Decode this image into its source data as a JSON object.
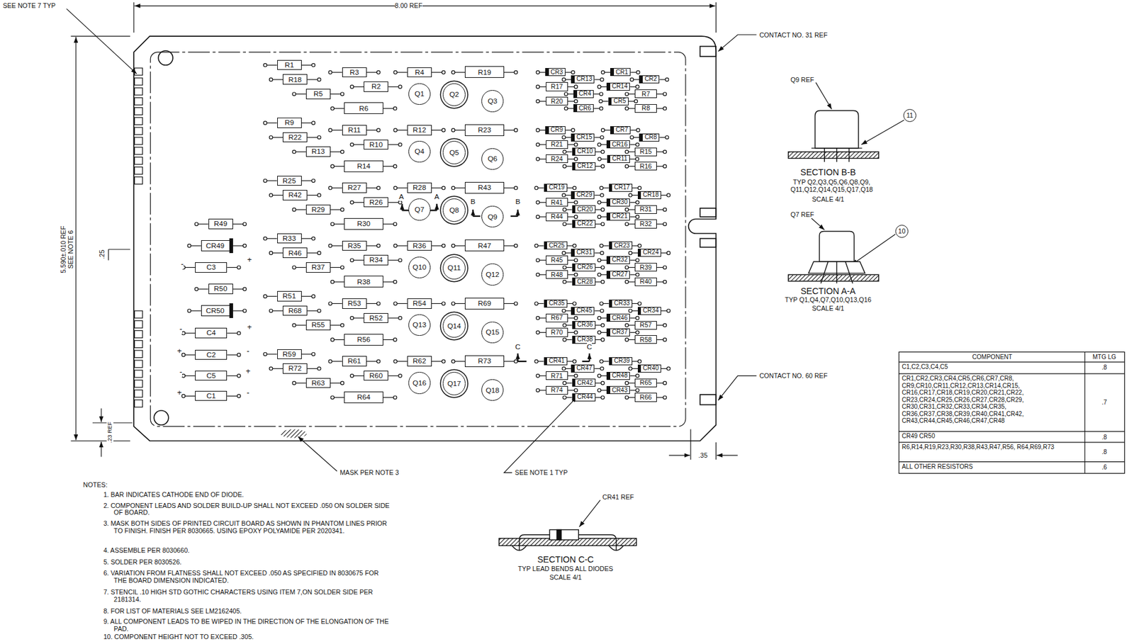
{
  "diagram": {
    "nodes": [
      {
        "text": [
          "R49"
        ]
      },
      {
        "text": [
          "CR49"
        ]
      },
      {
        "text": [
          "C3"
        ]
      },
      {
        "text": [
          "R50"
        ]
      },
      {
        "text": [
          "CR50"
        ]
      },
      {
        "text": [
          "C4"
        ]
      },
      {
        "text": [
          "C2"
        ]
      },
      {
        "text": [
          "C5"
        ]
      },
      {
        "text": [
          "C1"
        ]
      },
      {
        "text": [
          "R1"
        ]
      },
      {
        "text": [
          "R18"
        ]
      },
      {
        "text": [
          "R5"
        ]
      },
      {
        "text": [
          "R3"
        ]
      },
      {
        "text": [
          "R2"
        ]
      },
      {
        "text": [
          "R6"
        ]
      },
      {
        "text": [
          "R4"
        ]
      },
      {
        "text": [
          "R19"
        ]
      },
      {
        "text": [
          "Q1"
        ]
      },
      {
        "text": [
          "Q2"
        ]
      },
      {
        "text": [
          "Q3"
        ]
      },
      {
        "text": [
          "CR3"
        ]
      },
      {
        "text": [
          "CR1"
        ]
      },
      {
        "text": [
          "CR13"
        ]
      },
      {
        "text": [
          "CR2"
        ]
      },
      {
        "text": [
          "R17"
        ]
      },
      {
        "text": [
          "CR14"
        ]
      },
      {
        "text": [
          "CR4"
        ]
      },
      {
        "text": [
          "R7"
        ]
      },
      {
        "text": [
          "R20"
        ]
      },
      {
        "text": [
          "CR5"
        ]
      },
      {
        "text": [
          "CR6"
        ]
      },
      {
        "text": [
          "R8"
        ]
      },
      {
        "text": [
          "R9"
        ]
      },
      {
        "text": [
          "R22"
        ]
      },
      {
        "text": [
          "R13"
        ]
      },
      {
        "text": [
          "R11"
        ]
      },
      {
        "text": [
          "R10"
        ]
      },
      {
        "text": [
          "R14"
        ]
      },
      {
        "text": [
          "R12"
        ]
      },
      {
        "text": [
          "R23"
        ]
      },
      {
        "text": [
          "Q4"
        ]
      },
      {
        "text": [
          "Q5"
        ]
      },
      {
        "text": [
          "Q6"
        ]
      },
      {
        "text": [
          "CR9"
        ]
      },
      {
        "text": [
          "CR7"
        ]
      },
      {
        "text": [
          "CR15"
        ]
      },
      {
        "text": [
          "CR8"
        ]
      },
      {
        "text": [
          "R21"
        ]
      },
      {
        "text": [
          "CR16"
        ]
      },
      {
        "text": [
          "CR10"
        ]
      },
      {
        "text": [
          "R15"
        ]
      },
      {
        "text": [
          "R24"
        ]
      },
      {
        "text": [
          "CR11"
        ]
      },
      {
        "text": [
          "CR12"
        ]
      },
      {
        "text": [
          "R16"
        ]
      },
      {
        "text": [
          "R25"
        ]
      },
      {
        "text": [
          "R42"
        ]
      },
      {
        "text": [
          "R29"
        ]
      },
      {
        "text": [
          "R27"
        ]
      },
      {
        "text": [
          "R26"
        ]
      },
      {
        "text": [
          "R30"
        ]
      },
      {
        "text": [
          "R28"
        ]
      },
      {
        "text": [
          "R43"
        ]
      },
      {
        "text": [
          "Q7"
        ]
      },
      {
        "text": [
          "Q8"
        ]
      },
      {
        "text": [
          "Q9"
        ]
      },
      {
        "text": [
          "CR19"
        ]
      },
      {
        "text": [
          "CR17"
        ]
      },
      {
        "text": [
          "CR29"
        ]
      },
      {
        "text": [
          "CR18"
        ]
      },
      {
        "text": [
          "R41"
        ]
      },
      {
        "text": [
          "CR30"
        ]
      },
      {
        "text": [
          "CR20"
        ]
      },
      {
        "text": [
          "R31"
        ]
      },
      {
        "text": [
          "R44"
        ]
      },
      {
        "text": [
          "CR21"
        ]
      },
      {
        "text": [
          "CR22"
        ]
      },
      {
        "text": [
          "R32"
        ]
      },
      {
        "text": [
          "R33"
        ]
      },
      {
        "text": [
          "R46"
        ]
      },
      {
        "text": [
          "R37"
        ]
      },
      {
        "text": [
          "R35"
        ]
      },
      {
        "text": [
          "R34"
        ]
      },
      {
        "text": [
          "R38"
        ]
      },
      {
        "text": [
          "R36"
        ]
      },
      {
        "text": [
          "R47"
        ]
      },
      {
        "text": [
          "Q10"
        ]
      },
      {
        "text": [
          "Q11"
        ]
      },
      {
        "text": [
          "Q12"
        ]
      },
      {
        "text": [
          "CR25"
        ]
      },
      {
        "text": [
          "CR23"
        ]
      },
      {
        "text": [
          "CR31"
        ]
      },
      {
        "text": [
          "CR24"
        ]
      },
      {
        "text": [
          "R45"
        ]
      },
      {
        "text": [
          "CR32"
        ]
      },
      {
        "text": [
          "CR26"
        ]
      },
      {
        "text": [
          "R39"
        ]
      },
      {
        "text": [
          "R48"
        ]
      },
      {
        "text": [
          "CR27"
        ]
      },
      {
        "text": [
          "CR28"
        ]
      },
      {
        "text": [
          "R40"
        ]
      },
      {
        "text": [
          "R51"
        ]
      },
      {
        "text": [
          "R68"
        ]
      },
      {
        "text": [
          "R55"
        ]
      },
      {
        "text": [
          "R53"
        ]
      },
      {
        "text": [
          "R52"
        ]
      },
      {
        "text": [
          "R56"
        ]
      },
      {
        "text": [
          "R54"
        ]
      },
      {
        "text": [
          "R69"
        ]
      },
      {
        "text": [
          "Q13"
        ]
      },
      {
        "text": [
          "Q14"
        ]
      },
      {
        "text": [
          "Q15"
        ]
      },
      {
        "text": [
          "CR35"
        ]
      },
      {
        "text": [
          "CR33"
        ]
      },
      {
        "text": [
          "CR45"
        ]
      },
      {
        "text": [
          "CR34"
        ]
      },
      {
        "text": [
          "R67"
        ]
      },
      {
        "text": [
          "CR46"
        ]
      },
      {
        "text": [
          "CR36"
        ]
      },
      {
        "text": [
          "R57"
        ]
      },
      {
        "text": [
          "R70"
        ]
      },
      {
        "text": [
          "CR37"
        ]
      },
      {
        "text": [
          "CR38"
        ]
      },
      {
        "text": [
          "R58"
        ]
      },
      {
        "text": [
          "R59"
        ]
      },
      {
        "text": [
          "R72"
        ]
      },
      {
        "text": [
          "R63"
        ]
      },
      {
        "text": [
          "R61"
        ]
      },
      {
        "text": [
          "R60"
        ]
      },
      {
        "text": [
          "R64"
        ]
      },
      {
        "text": [
          "R62"
        ]
      },
      {
        "text": [
          "R73"
        ]
      },
      {
        "text": [
          "Q16"
        ]
      },
      {
        "text": [
          "Q17"
        ]
      },
      {
        "text": [
          "Q18"
        ]
      },
      {
        "text": [
          "CR41"
        ]
      },
      {
        "text": [
          "CR39"
        ]
      },
      {
        "text": [
          "CR47"
        ]
      },
      {
        "text": [
          "CR40"
        ]
      },
      {
        "text": [
          "R71"
        ]
      },
      {
        "text": [
          "CR48"
        ]
      },
      {
        "text": [
          "CR42"
        ]
      },
      {
        "text": [
          "R65"
        ]
      },
      {
        "text": [
          "R74"
        ]
      },
      {
        "text": [
          "CR43"
        ]
      },
      {
        "text": [
          "CR44"
        ]
      },
      {
        "text": [
          "R66"
        ]
      },
      {
        "text": [
          "11"
        ]
      },
      {
        "text": [
          "10"
        ]
      }
    ],
    "labels": [
      "SEE NOTE 7 TYP",
      "8.00 REF",
      "CONTACT NO. 31 REF",
      "5.590±.010 REF SEE NOTE 6",
      ".25",
      ".23 REF",
      ".35",
      "CONTACT NO. 60 REF",
      "MASK PER NOTE 3",
      "SEE NOTE 1 TYP",
      "A",
      "A",
      "B",
      "B",
      "C",
      "C",
      "-",
      "+",
      "-",
      "+",
      "+",
      "-",
      "-",
      "+",
      "+",
      "-",
      "Q9 REF",
      "SECTION B-B",
      "TYP Q2,Q3,Q5,Q6,Q8,Q9, Q11,Q12,Q14,Q15,Q17,Q18",
      "SCALE 4/1",
      "Q7 REF",
      "SECTION A-A",
      "TYP Q1,Q4,Q7,Q10,Q13,Q16",
      "SCALE 4/1",
      "CR41 REF",
      "SECTION C-C",
      "TYP LEAD BENDS ALL DIODES",
      "SCALE 4/1",
      "NOTES:",
      "1. BAR INDICATES CATHODE END OF DIODE.",
      "2. COMPONENT LEADS AND SOLDER BUILD-UP SHALL NOT EXCEED .050 ON SOLDER SIDE OF BOARD.",
      "3. MASK BOTH SIDES OF PRINTED CIRCUIT BOARD AS SHOWN IN PHANTOM LINES PRIOR TO FINISH. FINISH PER 8030665. USING EPOXY POLYAMIDE PER 2020341.",
      "4. ASSEMBLE PER 8030660.",
      "5. SOLDER PER 8030526.",
      "6. VARIATION FROM FLATNESS SHALL NOT EXCEED .050 AS SPECIFIED IN 8030675 FOR THE BOARD DIMENSION INDICATED.",
      "7. STENCIL .10 HIGH STD GOTHIC CHARACTERS USING ITEM 7,ON SOLDER SIDE PER 2181314.",
      "8. FOR LIST OF MATERIALS SEE LM2162405.",
      "9. ALL COMPONENT LEADS TO BE WIPED IN THE DIRECTION OF THE ELONGATION OF THE PAD.",
      "10. COMPONENT HEIGHT NOT TO EXCEED .305.",
      "COMPONENT",
      "MTG LG",
      "C1,C2,C3,C4,C5",
      ".8",
      "CR1,CR2,CR3,CR4,CR5,CR6,CR7,CR8, CR9,CR10,CR11,CR12,CR13,CR14,CR15, CR16,CR17,CR18,CR19,CR20,CR21,CR22, CR23,CR24,CR25,CR26,CR27,CR28,CR29, CR30,CR31,CR32,CR33,CR34,CR35, CR36,CR37,CR38,CR39,CR40,CR41,CR42, CR43,CR44,CR45,CR46,CR47,CR48",
      ".7",
      "CR49 CR50",
      ".8",
      "R6,R14,R19,R23,R30,R38,R43,R47,R56, R64,R69,R73",
      ".8",
      "ALL OTHER RESISTORS",
      ".6"
    ]
  }
}
